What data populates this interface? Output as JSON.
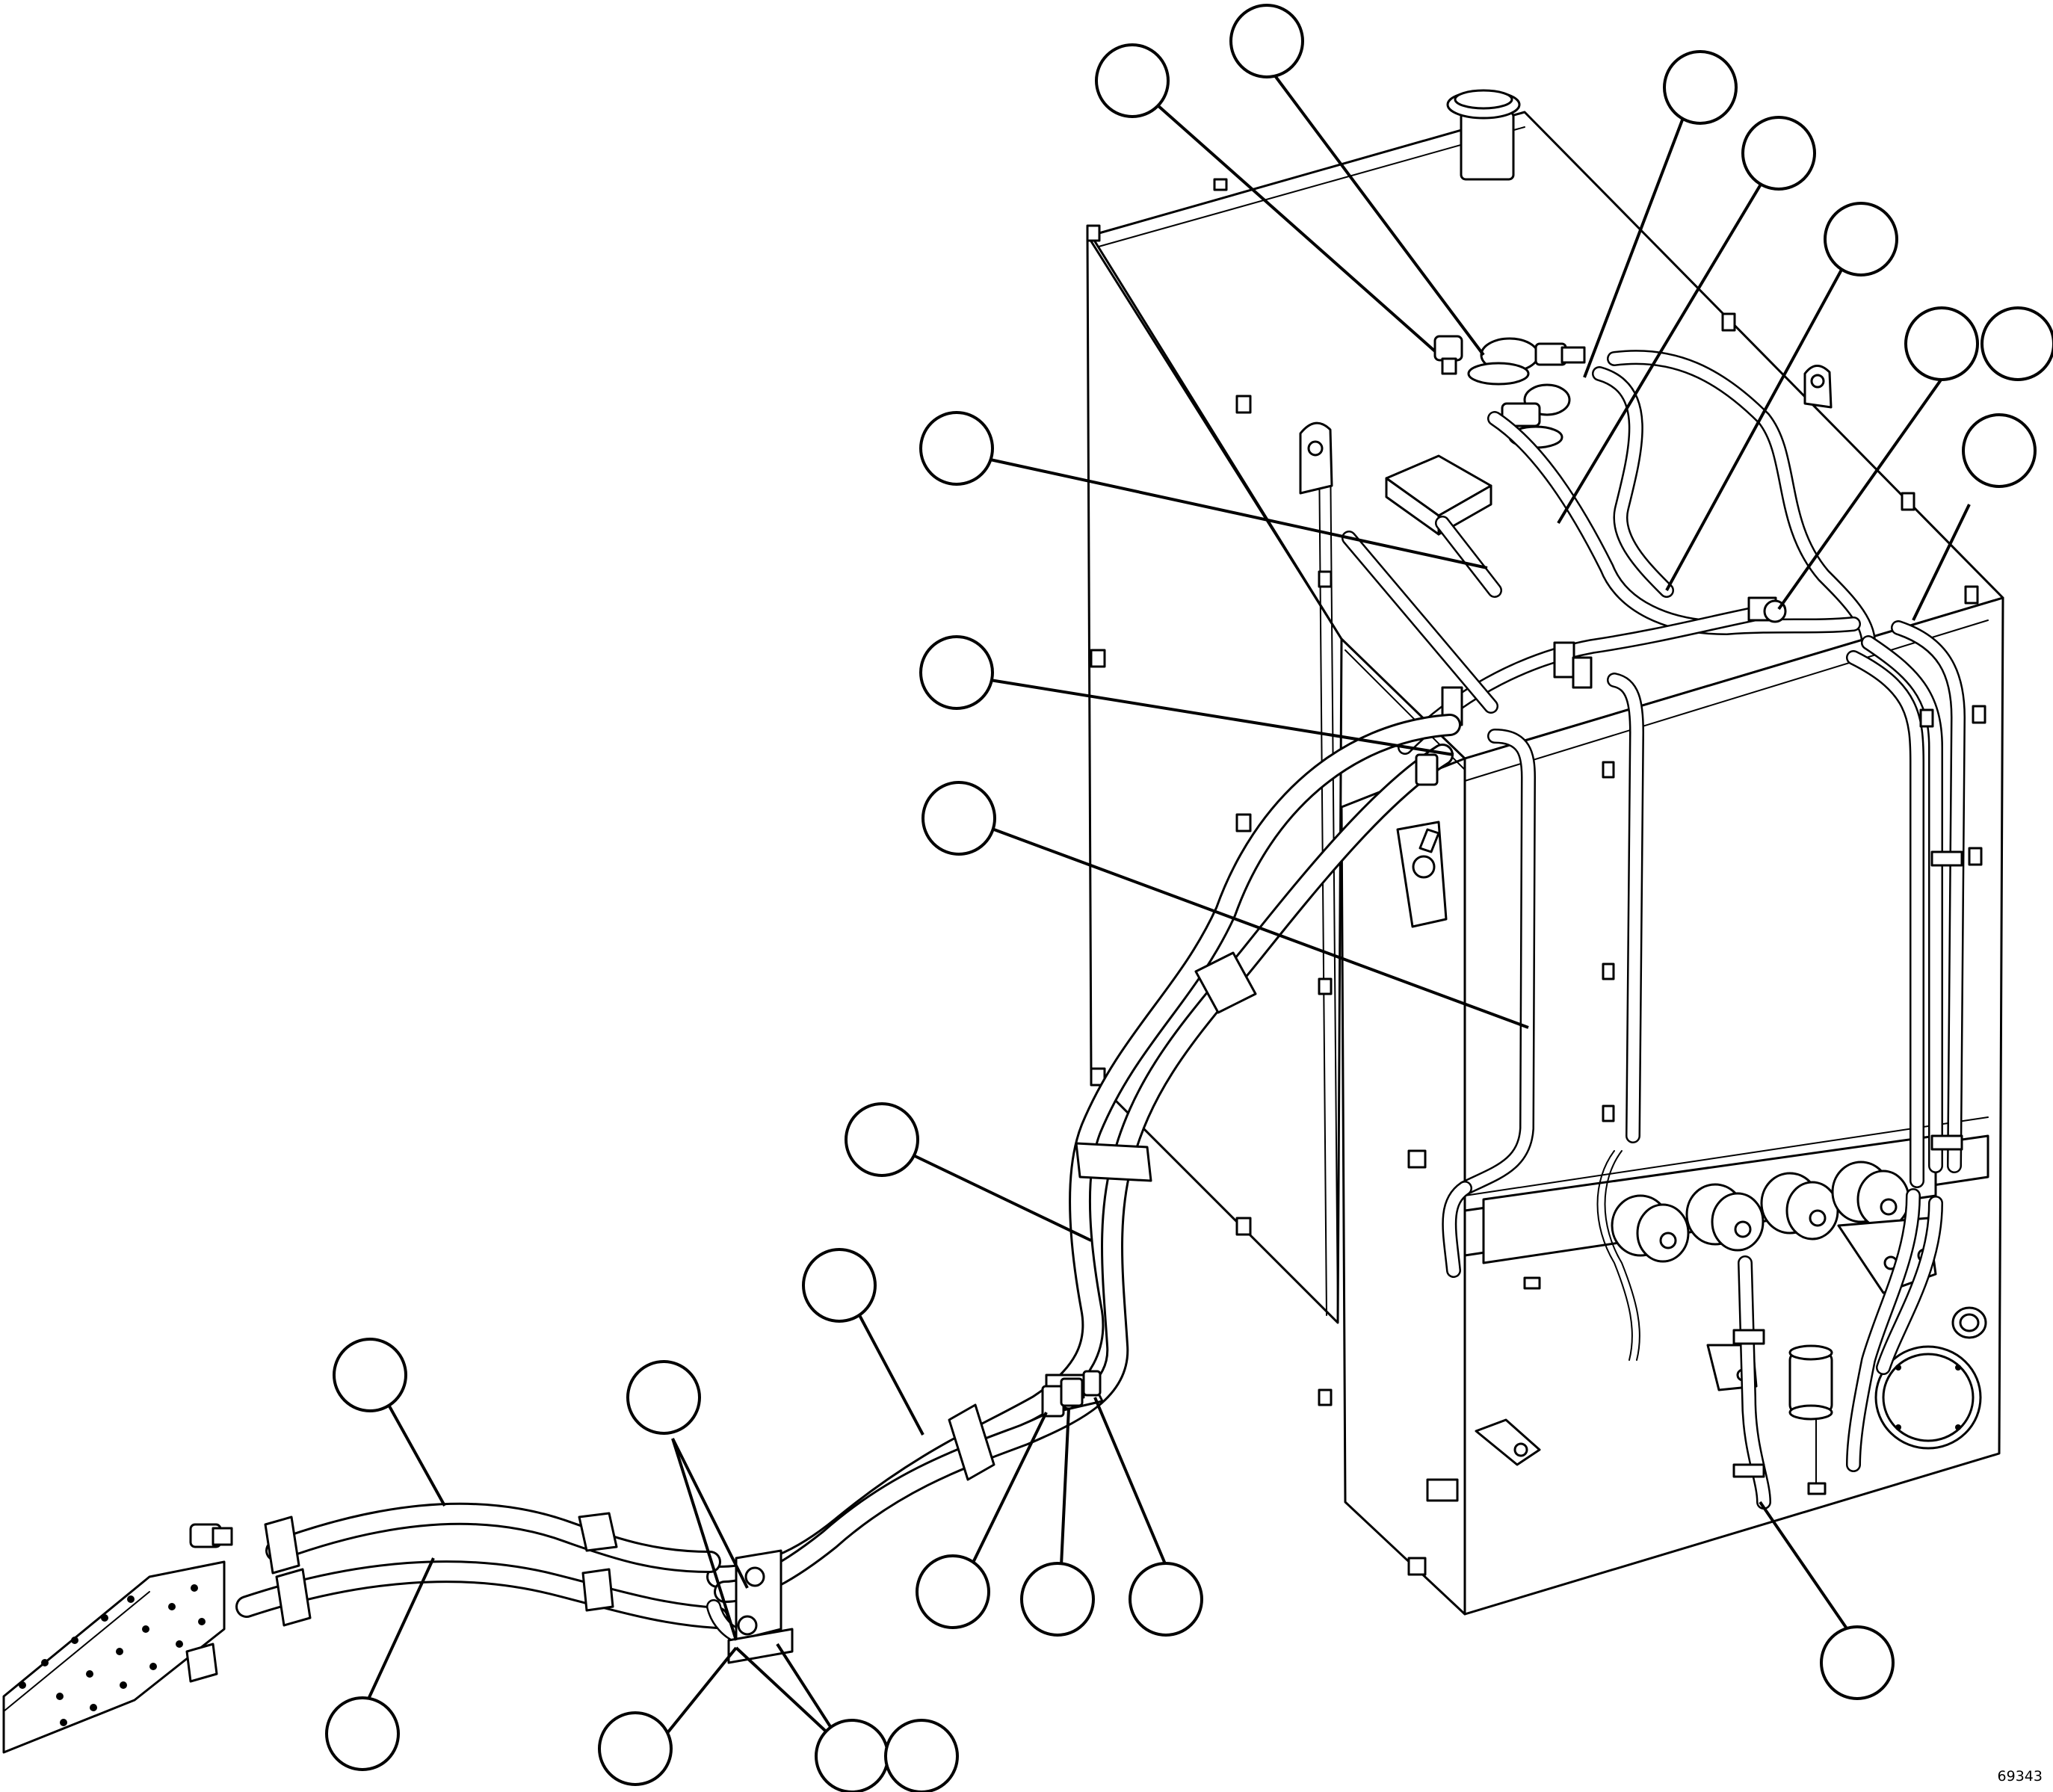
{
  "figure_id": "69343",
  "callouts": [
    {
      "name": "callout-1"
    },
    {
      "name": "callout-2"
    },
    {
      "name": "callout-3"
    },
    {
      "name": "callout-4"
    },
    {
      "name": "callout-5"
    },
    {
      "name": "callout-6"
    },
    {
      "name": "callout-7"
    },
    {
      "name": "callout-8"
    },
    {
      "name": "callout-9"
    },
    {
      "name": "callout-10"
    },
    {
      "name": "callout-11"
    },
    {
      "name": "callout-12"
    },
    {
      "name": "callout-13"
    },
    {
      "name": "callout-14"
    },
    {
      "name": "callout-15"
    },
    {
      "name": "callout-16"
    },
    {
      "name": "callout-17"
    },
    {
      "name": "callout-18"
    },
    {
      "name": "callout-19"
    },
    {
      "name": "callout-20"
    },
    {
      "name": "callout-21"
    },
    {
      "name": "callout-22"
    },
    {
      "name": "callout-23"
    },
    {
      "name": "callout-24"
    },
    {
      "name": "callout-25"
    }
  ]
}
